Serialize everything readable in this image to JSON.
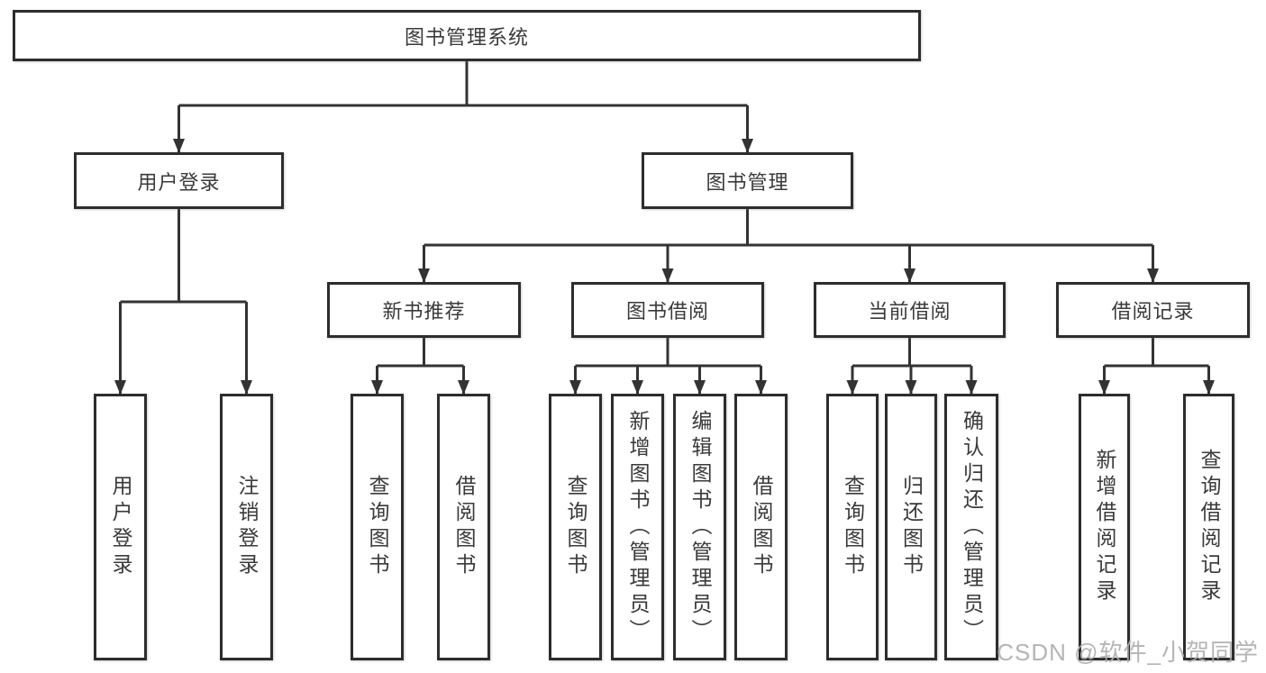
{
  "diagram": {
    "watermark": "CSDN @软件_小贺同学",
    "colors": {
      "line": "#333333",
      "border": "#2d2d2d",
      "text": "#3a3a3a",
      "watermark": "#aeaeae",
      "background": "#ffffff"
    },
    "tree": {
      "label": "图书管理系统",
      "children": [
        {
          "label": "用户登录",
          "children": [
            {
              "label": "用户登录"
            },
            {
              "label": "注销登录"
            }
          ]
        },
        {
          "label": "图书管理",
          "children": [
            {
              "label": "新书推荐",
              "children": [
                {
                  "label": "查询图书"
                },
                {
                  "label": "借阅图书"
                }
              ]
            },
            {
              "label": "图书借阅",
              "children": [
                {
                  "label": "查询图书"
                },
                {
                  "label": "新增图书（管理员）"
                },
                {
                  "label": "编辑图书（管理员）"
                },
                {
                  "label": "借阅图书"
                }
              ]
            },
            {
              "label": "当前借阅",
              "children": [
                {
                  "label": "查询图书"
                },
                {
                  "label": "归还图书"
                },
                {
                  "label": "确认归还（管理员）"
                }
              ]
            },
            {
              "label": "借阅记录",
              "children": [
                {
                  "label": "新增借阅记录"
                },
                {
                  "label": "查询借阅记录"
                }
              ]
            }
          ]
        }
      ]
    }
  }
}
